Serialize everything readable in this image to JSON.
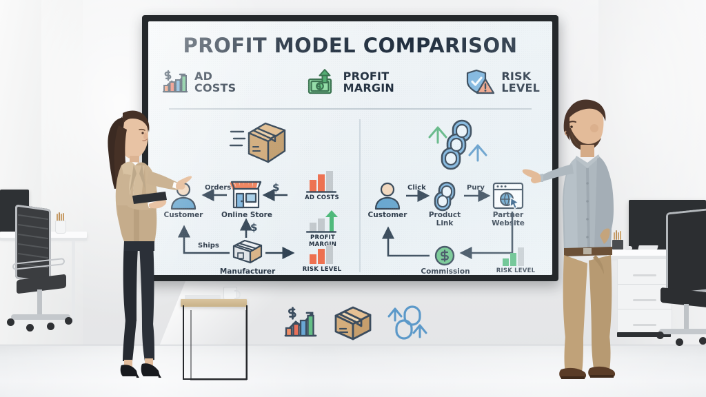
{
  "scene": {
    "setting": "modern-office-presentation",
    "description": "Two presenters standing at a large wall-mounted whiteboard display in a bright office"
  },
  "whiteboard": {
    "title": "PROFIT MODEL COMPARISON",
    "header_icons": [
      {
        "icon": "bar-chart-dollar-growth-icon",
        "label_line1": "AD",
        "label_line2": "COSTS"
      },
      {
        "icon": "money-bill-up-arrow-icon",
        "label_line1": "PROFIT",
        "label_line2": "MARGIN"
      },
      {
        "icon": "shield-check-warning-icon",
        "label_line1": "RISK",
        "label_line2": "LEVEL"
      }
    ],
    "left_panel": {
      "hero_icon": "shipping-box-motion-icon",
      "nodes": [
        {
          "id": "customer",
          "label": "Customer",
          "icon": "user-avatar-icon"
        },
        {
          "id": "online-store",
          "label": "Online Store",
          "icon": "storefront-icon"
        },
        {
          "id": "manufacturer",
          "label": "Manufacturer",
          "icon": "package-box-icon"
        }
      ],
      "edges": [
        {
          "from": "online-store",
          "to": "customer",
          "label": "Orders"
        },
        {
          "from": "manufacturer",
          "to": "customer",
          "label": "Ships"
        },
        {
          "from": "manufacturer",
          "to": "online-store",
          "label": "$"
        },
        {
          "from": "ad-costs",
          "to": "online-store",
          "label": "$"
        }
      ],
      "metrics": [
        {
          "id": "ad-costs",
          "label": "AD COSTS",
          "icon": "bar-chart-icon",
          "level": "high",
          "bars": [
            0.45,
            0.75,
            1.0
          ],
          "colors": [
            "#ee6f4e",
            "#ee6f4e",
            "#c3c9cd"
          ]
        },
        {
          "id": "profit-margin",
          "label_line1": "PROFIT",
          "label_line2": "MARGIN",
          "icon": "bar-chart-up-arrow-icon",
          "level": "growing",
          "bars": [
            0.35,
            0.62,
            1.0
          ],
          "colors": [
            "#c3c9cd",
            "#c3c9cd",
            "#4eb97a"
          ]
        },
        {
          "id": "risk-level",
          "label": "RISK LEVEL",
          "icon": "bar-chart-icon",
          "level": "high",
          "bars": [
            0.42,
            0.78,
            1.0
          ],
          "colors": [
            "#ee6f4e",
            "#ee6f4e",
            "#c3c9cd"
          ]
        }
      ]
    },
    "right_panel": {
      "hero_icon": "chain-link-growth-arrows-icon",
      "nodes": [
        {
          "id": "customer",
          "label": "Customer",
          "icon": "user-avatar-icon"
        },
        {
          "id": "product-link",
          "label_line1": "Product",
          "label_line2": "Link",
          "icon": "chain-link-icon"
        },
        {
          "id": "partner-website",
          "label_line1": "Partner",
          "label_line2": "Website",
          "icon": "browser-window-globe-icon"
        },
        {
          "id": "commission",
          "label": "Commission",
          "icon": "dollar-coin-icon"
        }
      ],
      "edges": [
        {
          "from": "customer",
          "to": "product-link",
          "label": "Click"
        },
        {
          "from": "product-link",
          "to": "partner-website",
          "label": "Pury"
        },
        {
          "from": "partner-website",
          "to": "commission",
          "label": ""
        },
        {
          "from": "commission",
          "to": "customer",
          "label": ""
        }
      ],
      "metrics": [
        {
          "id": "risk-level",
          "label": "RISK LEVEL",
          "icon": "bar-chart-icon",
          "level": "low",
          "bars": [
            0.35,
            0.62,
            1.0
          ],
          "colors": [
            "#4eb97a",
            "#4eb97a",
            "#c3c9cd"
          ]
        }
      ]
    }
  },
  "bottom_icons": [
    {
      "icon": "bar-chart-dollar-growth-icon",
      "name": "ad-costs-icon"
    },
    {
      "icon": "shipping-box-icon",
      "name": "product-box-icon"
    },
    {
      "icon": "chain-link-arrows-icon",
      "name": "affiliate-link-icon"
    }
  ],
  "room": {
    "presenter_left": {
      "name": "woman-presenter",
      "pose": "pointing-at-board",
      "attire": "beige-blazer-dark-trousers-heels"
    },
    "presenter_right": {
      "name": "man-presenter",
      "pose": "pointing-at-board",
      "attire": "grey-shirt-khaki-trousers-brown-shoes"
    },
    "furniture": [
      {
        "name": "office-chair-left"
      },
      {
        "name": "desk-left"
      },
      {
        "name": "monitor-left"
      },
      {
        "name": "side-table",
        "items": [
          "coffee-mug",
          "notebook"
        ]
      },
      {
        "name": "desk-right"
      },
      {
        "name": "monitor-right"
      },
      {
        "name": "drawer-unit-right"
      },
      {
        "name": "office-chair-right"
      },
      {
        "name": "pencil-cup"
      }
    ]
  },
  "colors": {
    "board_frame": "#24282b",
    "board_face": "#eef3f6",
    "ink": "#1f2d3d",
    "accent_orange": "#ee6f4e",
    "accent_green": "#4eb97a",
    "accent_blue": "#6aa7d4",
    "neutral_bar": "#c3c9cd",
    "box_tan": "#d8b183"
  }
}
